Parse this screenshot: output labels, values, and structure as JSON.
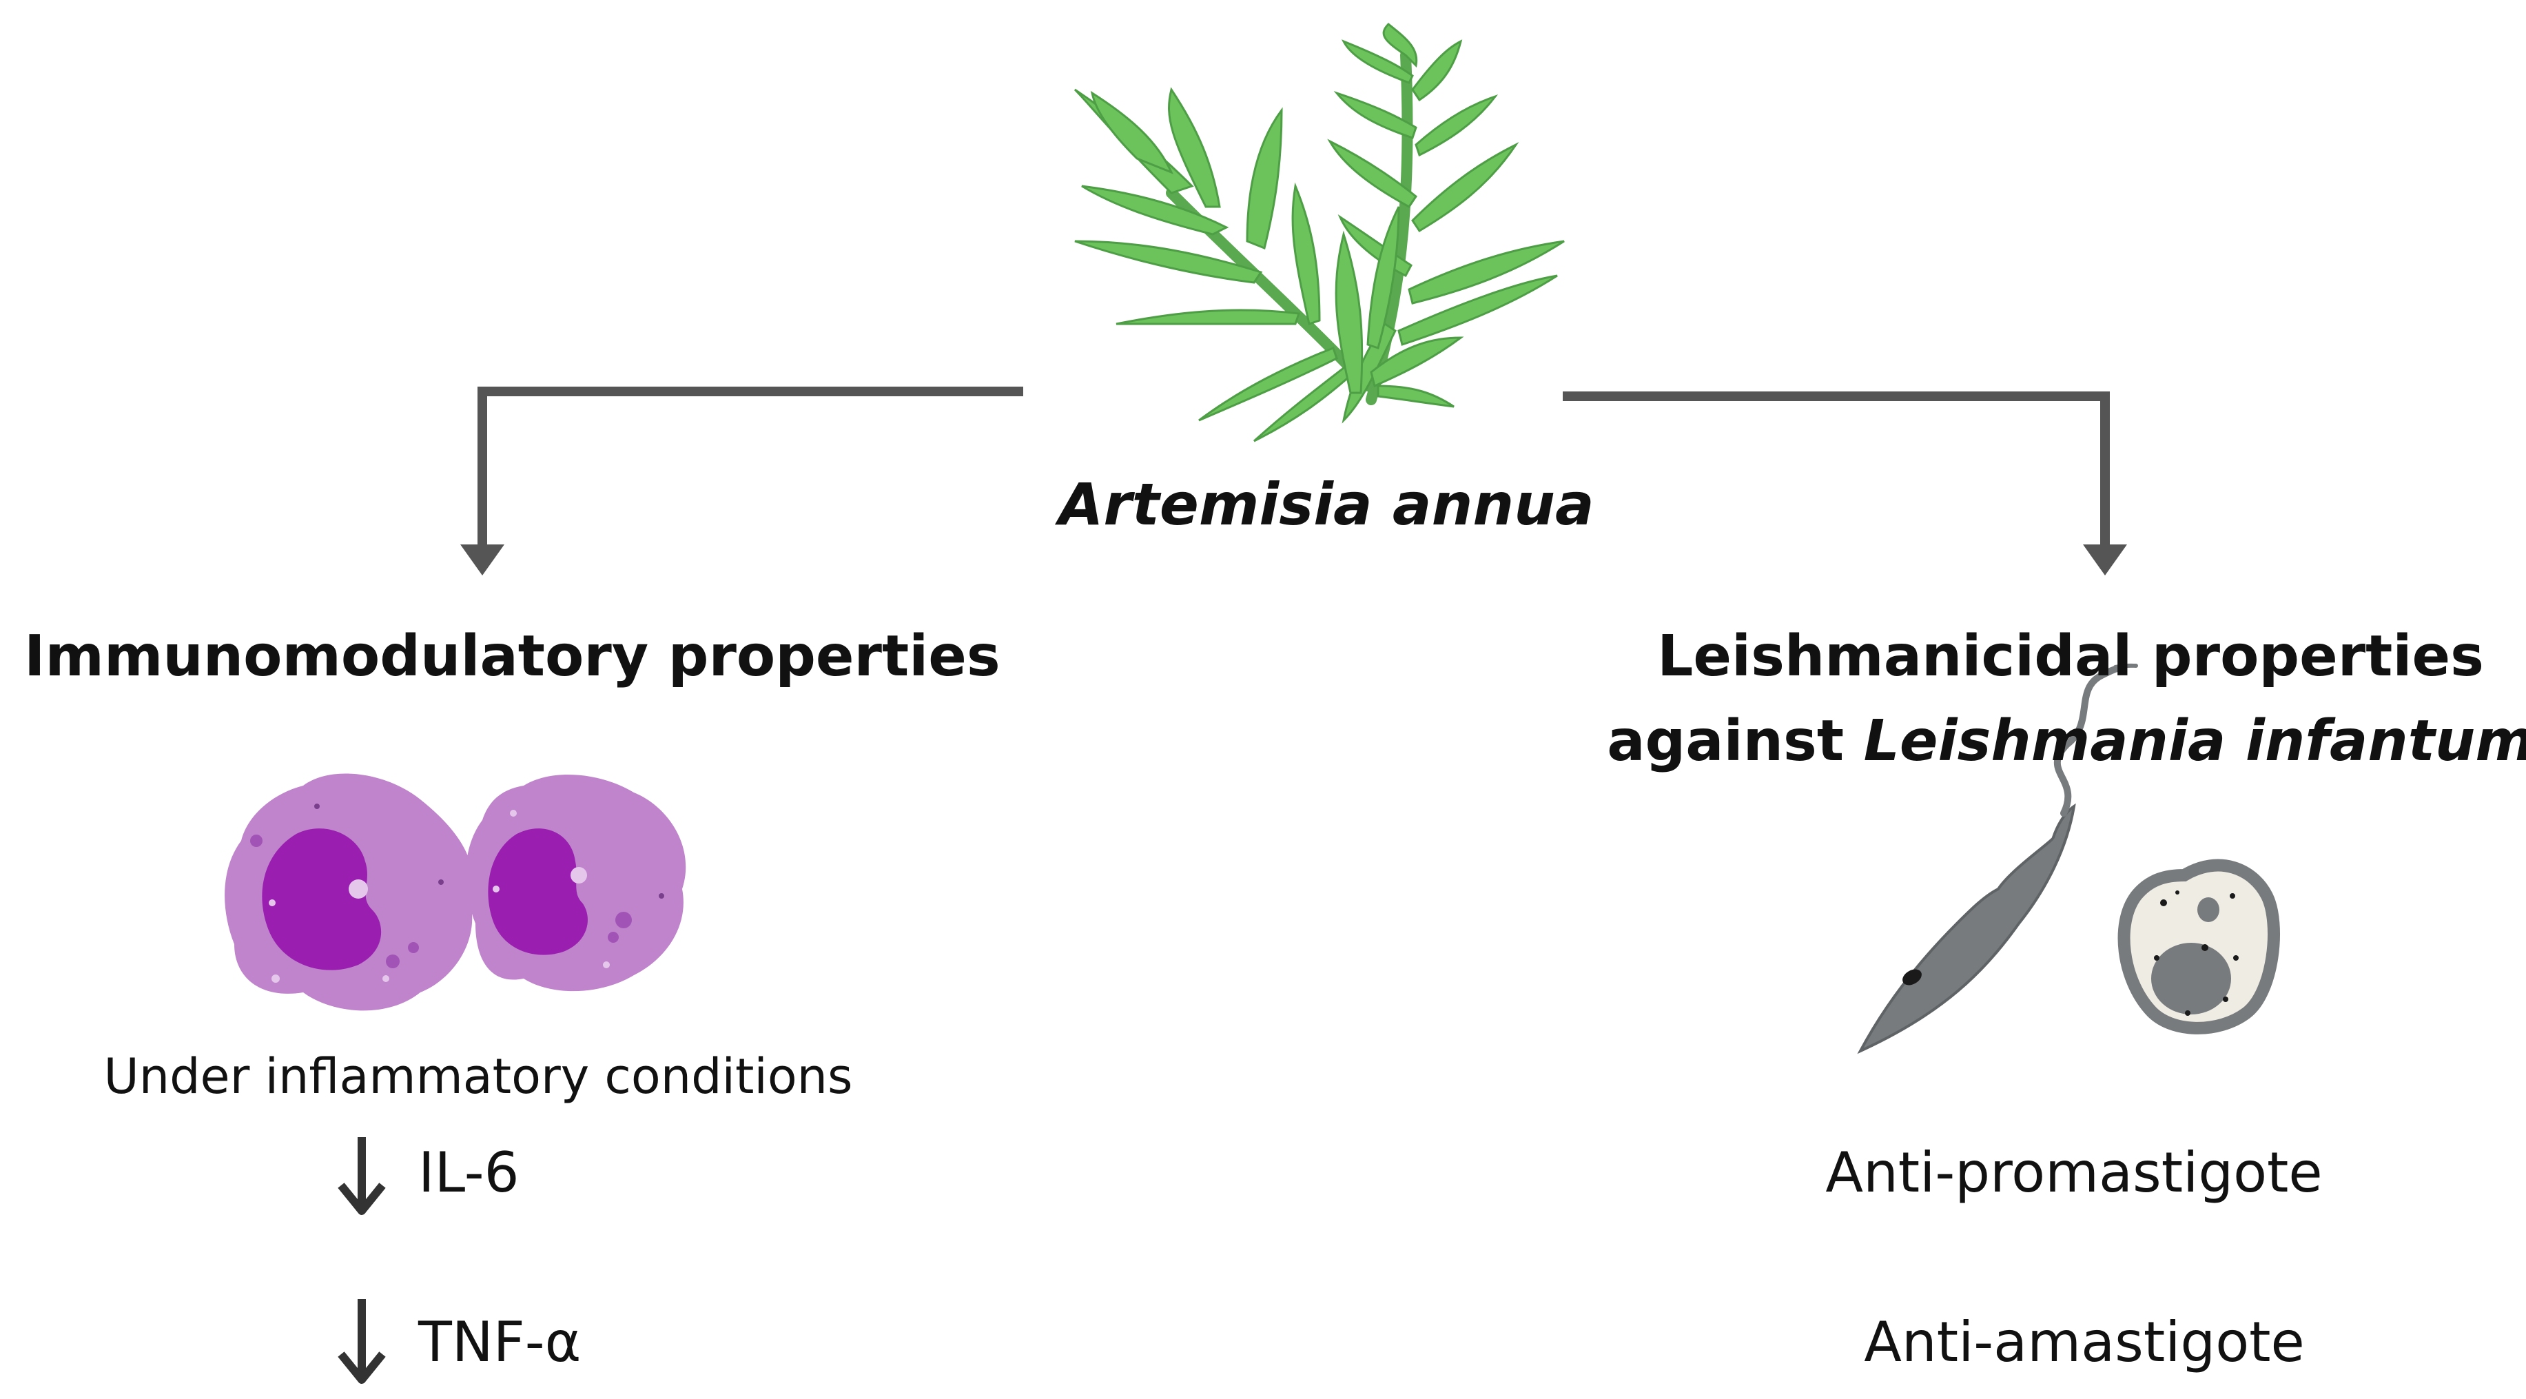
{
  "plant": {
    "name": "Artemisia annua"
  },
  "immunomodulatory": {
    "title": "Immunomodulatory properties",
    "condition": "Under inflammatory conditions",
    "effects": [
      {
        "arrow": "decrease",
        "label": "IL-6"
      },
      {
        "arrow": "decrease",
        "label": "TNF-α"
      }
    ]
  },
  "leishmanicidal": {
    "title_prefix": "Leishmanicidal properties",
    "title_against": "against ",
    "title_species": "Leishmania infantum",
    "effects": [
      {
        "label": "Anti-promastigote"
      },
      {
        "label": "Anti-amastigote"
      }
    ]
  },
  "icons": {
    "plant": "artemisia-leaf-icon",
    "macrophage": "macrophage-cell-icon",
    "promastigote": "promastigote-parasite-icon",
    "amastigote": "amastigote-parasite-icon",
    "branch_arrow": "branch-arrow-icon",
    "down_arrow": "down-arrow-icon"
  },
  "colors": {
    "leaf": "#6cc35b",
    "leaf_vein": "#4e9e46",
    "cell_membrane": "#c084cc",
    "nucleus": "#9a1fb0",
    "parasite": "#777b7d",
    "amastigote_body": "#efece4",
    "arrow": "#555555"
  }
}
